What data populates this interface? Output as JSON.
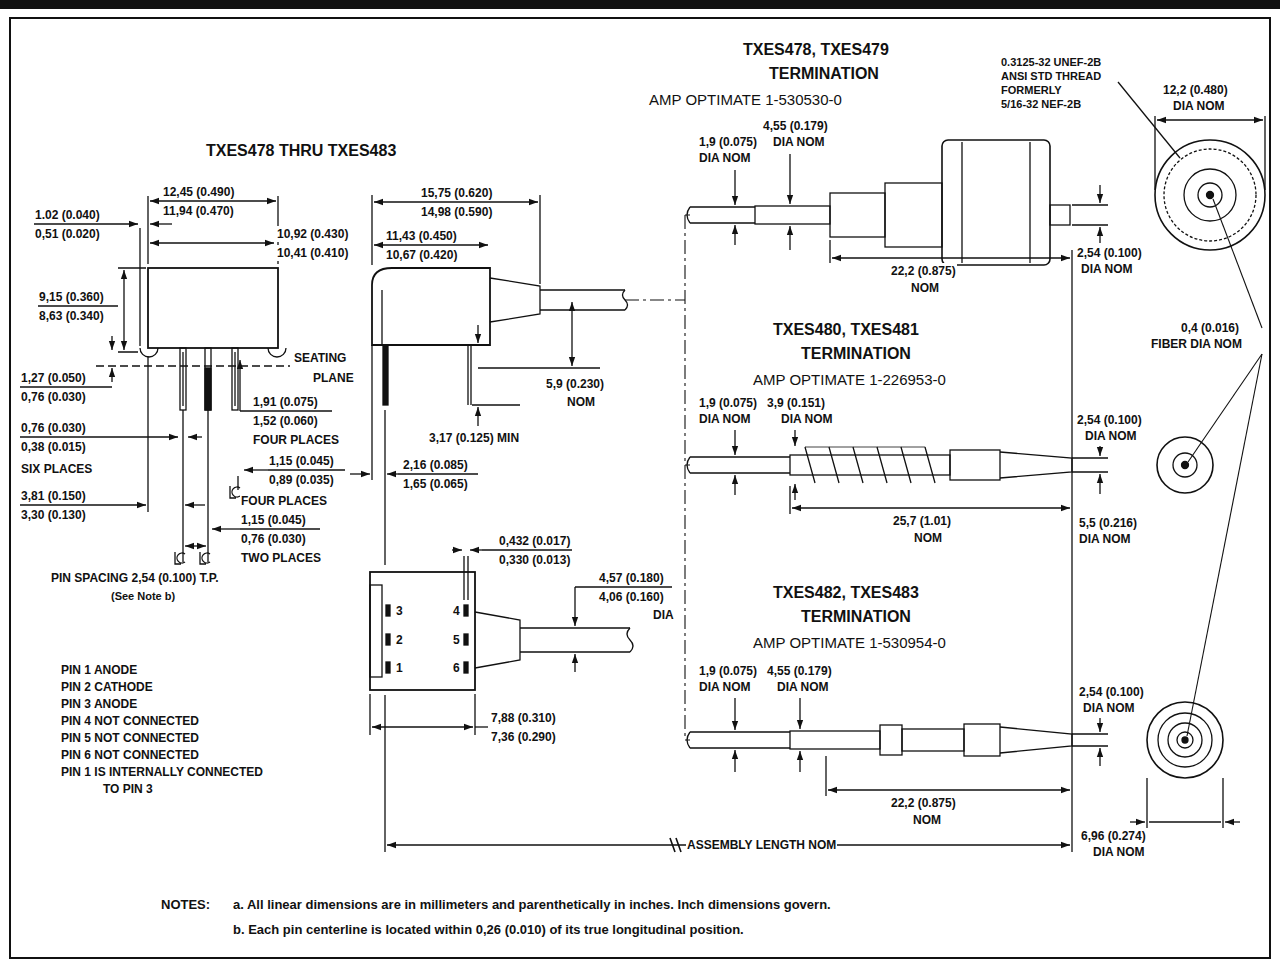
{
  "diagram": {
    "labels": [
      "TXES478 THRU TXES483",
      "12,45 (0.490)",
      "11,94 (0.470)",
      "1.02 (0.040)",
      "0,51 (0.020)",
      "10,92 (0.430)",
      "10,41 (0.410)",
      "11,43 (0.450)",
      "10,67 (0.420)",
      "15,75 (0.620)",
      "14,98 (0.590)",
      "9,15 (0.360)",
      "8,63 (0.340)",
      "SEATING",
      "PLANE",
      "1,27 (0.050)",
      "0,76 (0.030)",
      "1,91 (0.075)",
      "1,52 (0.060)",
      "FOUR PLACES",
      "0,76 (0.030)",
      "0,38 (0.015)",
      "SIX PLACES",
      "1,15 (0.045)",
      "0,89 (0.035)",
      "FOUR PLACES",
      "3,81 (0.150)",
      "3,30 (0.130)",
      "1,15 (0.045)",
      "0,76 (0.030)",
      "TWO PLACES",
      "PIN SPACING 2,54 (0.100) T.P.",
      "(See Note b)",
      "5,9 (0.230)",
      "NOM",
      "3,17 (0.125) MIN",
      "2,16 (0.085)",
      "1,65 (0.065)",
      "0,432 (0.017)",
      "0,330 (0.013)",
      "4,57 (0.180)",
      "4,06 (0.160)",
      "DIA",
      "3",
      "4",
      "2",
      "5",
      "1",
      "6",
      "PIN 1 ANODE",
      "PIN 2 CATHODE",
      "PIN 3 ANODE",
      "PIN 4 NOT CONNECTED",
      "PIN 5 NOT CONNECTED",
      "PIN 6 NOT CONNECTED",
      "PIN 1 IS INTERNALLY CONNECTED",
      "TO PIN 3",
      "7,88 (0.310)",
      "7,36 (0.290)",
      "TXES478, TXES479",
      "TERMINATION",
      "AMP OPTIMATE 1-530530-0",
      "0.3125-32 UNEF-2B",
      "ANSI STD THREAD",
      "FORMERLY",
      "5/16-32 NEF-2B",
      "12,2 (0.480)",
      "DIA NOM",
      "1,9 (0.075)",
      "DIA NOM",
      "4,55 (0.179)",
      "DIA NOM",
      "2,54 (0.100)",
      "DIA NOM",
      "22,2 (0.875)",
      "NOM",
      "0,4 (0.016)",
      "FIBER DIA NOM",
      "TXES480, TXES481",
      "TERMINATION",
      "AMP OPTIMATE 1-226953-0",
      "1,9 (0.075)",
      "DIA NOM",
      "3,9 (0.151)",
      "DIA NOM",
      "2,54 (0.100)",
      "DIA NOM",
      "25,7 (1.01)",
      "NOM",
      "5,5 (0.216)",
      "DIA NOM",
      "TXES482, TXES483",
      "TERMINATION",
      "AMP OPTIMATE 1-530954-0",
      "1,9 (0.075)",
      "DIA NOM",
      "4,55 (0.179)",
      "DIA NOM",
      "2,54 (0.100)",
      "DIA NOM",
      "22,2 (0.875)",
      "NOM",
      "6,96 (0.274)",
      "DIA NOM",
      "ASSEMBLY LENGTH NOM",
      "NOTES:",
      "a. All linear dimensions are in millimeters and parenthetically in inches. Inch dimensions govern.",
      "b. Each pin centerline is located within 0,26 (0.010) of its true longitudinal position."
    ]
  }
}
